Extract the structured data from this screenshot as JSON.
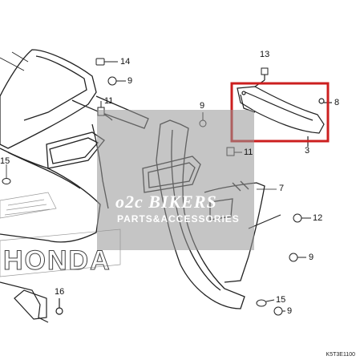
{
  "diagram": {
    "callouts": [
      "14",
      "9",
      "11",
      "9",
      "13",
      "8",
      "3",
      "11",
      "7",
      "12",
      "9",
      "15",
      "9",
      "16",
      "15"
    ],
    "watermark": {
      "line1": "o2c BIKERS",
      "line2": "PARTS&ACCESSORIES"
    },
    "logo_text": "HONDA",
    "diagram_code": "K5T3E1100"
  },
  "colors": {
    "line": "#222222",
    "highlight_box": "#cc1f1f",
    "watermark_fill": "#969696"
  }
}
